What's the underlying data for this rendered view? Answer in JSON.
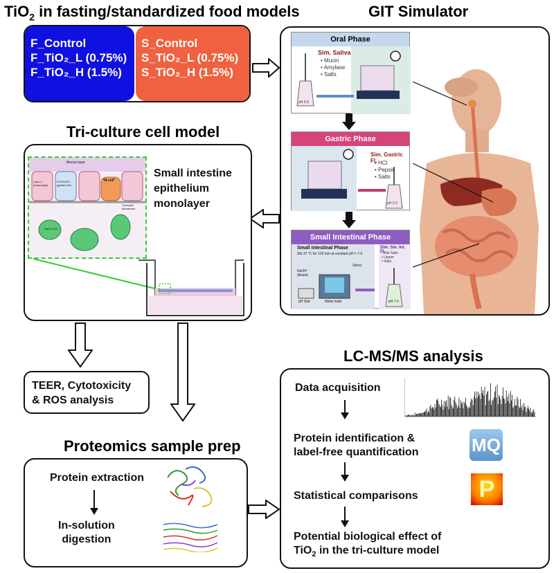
{
  "titles": {
    "food_models_prefix": "TiO",
    "food_models_sub": "2",
    "food_models_suffix": " in fasting/standardized food models",
    "git": "GIT Simulator",
    "triculture": "Tri-culture cell model",
    "lcms": "LC-MS/MS analysis",
    "proteomics": "Proteomics sample prep"
  },
  "fasting": {
    "line1": "F_Control",
    "line2": "F_TiO₂_L (0.75%)",
    "line3": "F_TiO₂_H (1.5%)"
  },
  "standardized": {
    "line1": "S_Control",
    "line2": "S_TiO₂_L (0.75%)",
    "line3": "S_TiO₂_H (1.5%)"
  },
  "git": {
    "oral": {
      "header": "Oral Phase",
      "fluid": "Sim. Saliva",
      "items": [
        "• Mucin",
        "• Amylase",
        "• Salts"
      ],
      "ph": "pH 6.8"
    },
    "gastric": {
      "header": "Gastric Phase",
      "fluid": "Sim. Gastric Fl.",
      "items": [
        "• HCl",
        "• Pepsin",
        "• Salts"
      ],
      "ph": "pH 2.0"
    },
    "intestinal": {
      "header": "Small Intestinal Phase",
      "inner_title": "Small Intestinal Phase",
      "stir": "Stir 37 °C for 120 min at constant pH = 7.0",
      "naoh": "NaOH (titrant)",
      "stirrer": "Stirrer",
      "ph_stat": "pH Stat",
      "water_bath": "Water bath",
      "fluid": "Sim. Sm. Int. Fl.",
      "items": [
        "• Bile Salts",
        "• Lipase",
        "• Salts"
      ],
      "ph": "pH 7.0"
    }
  },
  "triculture": {
    "caption_line1": "Small intestine",
    "caption_line2": "epithelium",
    "caption_line3": "monolayer",
    "mucus_layer": "Mucus layer",
    "caco2": "Caco-2 (enterocyte)",
    "ht29": "HT29-MTX (goblet cell)",
    "m_cell": "\"M cell\"",
    "transwell": "Transwell Membrane",
    "raji": "Raji B Cell"
  },
  "assays": {
    "line1": "TEER, Cytotoxicity",
    "line2": "& ROS analysis"
  },
  "proteomics": {
    "step1": "Protein extraction",
    "step2_line1": "In-solution",
    "step2_line2": "digestion"
  },
  "lcms": {
    "step1": "Data acquisition",
    "step2_line1": "Protein identification &",
    "step2_line2": "label-free quantification",
    "step3": "Statistical comparisons",
    "step4_line1": "Potential biological effect of",
    "step4_line2_prefix": "TiO",
    "step4_line2_sub": "2",
    "step4_line2_suffix": " in the tri-culture model",
    "mq_logo": "MQ",
    "perseus_logo": "P"
  },
  "colors": {
    "fasting_blue": "#1010e0",
    "standardized_orange": "#ef6140",
    "oral_header": "#c4d7ec",
    "gastric_header": "#d6447a",
    "intestinal_header": "#8e5cc0",
    "selection_green": "#33cc33"
  }
}
